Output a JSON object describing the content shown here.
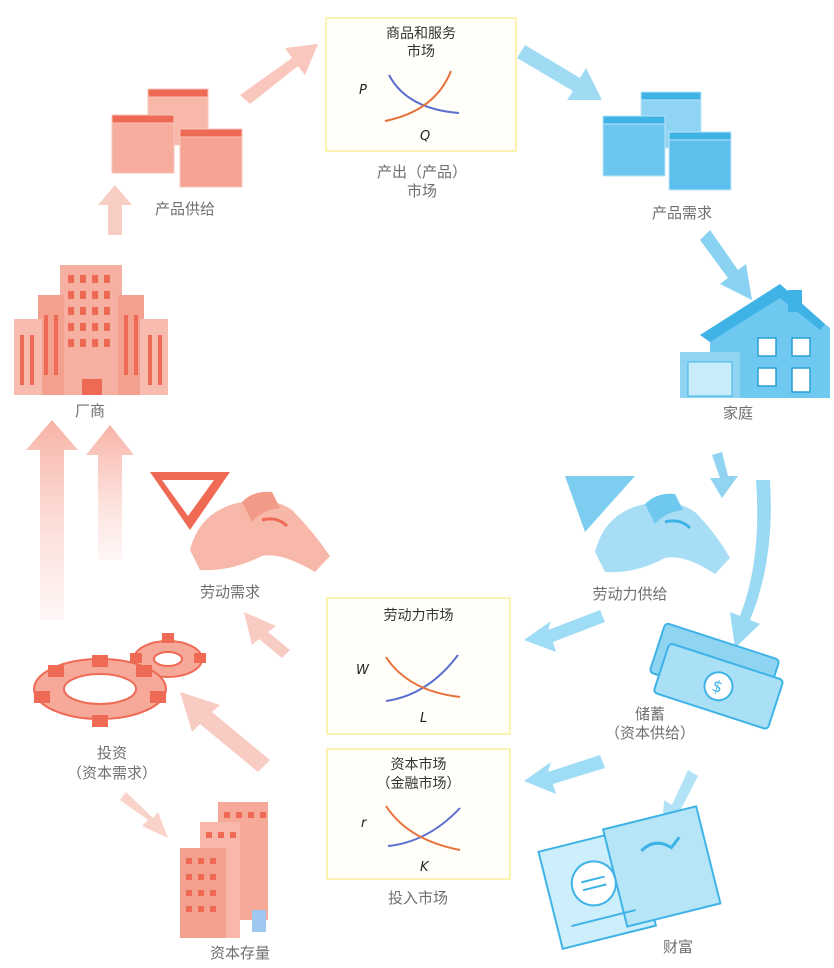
{
  "top_market": {
    "title_line1": "商品和服务",
    "title_line2": "市场",
    "y_axis": "P",
    "x_axis": "Q",
    "caption_line1": "产出（产品）",
    "caption_line2": "市场"
  },
  "labor_market": {
    "title": "劳动力市场",
    "y_axis": "W",
    "x_axis": "L"
  },
  "capital_market": {
    "title_line1": "资本市场",
    "title_line2": "（金融市场）",
    "y_axis": "r",
    "x_axis": "K",
    "caption": "投入市场"
  },
  "nodes": {
    "product_supply": "产品供给",
    "product_demand": "产品需求",
    "household": "家庭",
    "firm": "厂商",
    "labor_supply": "劳动力供给",
    "labor_demand": "劳动需求",
    "savings_line1": "储蓄",
    "savings_line2": "（资本供给）",
    "investment_line1": "投资",
    "investment_line2": "（资本需求）",
    "wealth": "财富",
    "capital_stock": "资本存量"
  },
  "colors": {
    "firm_side": "#ef6a55",
    "household_side": "#3fb3e6",
    "demand_curve": "#5a6fd0",
    "supply_curve": "#e8703a"
  }
}
